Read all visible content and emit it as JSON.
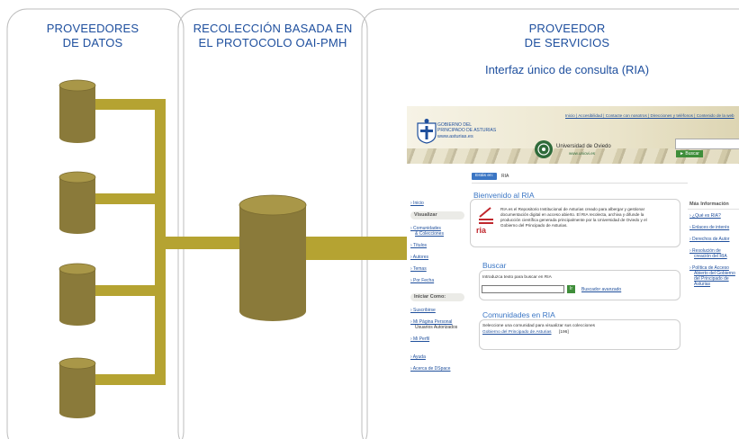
{
  "columns": [
    {
      "title": "PROVEEDORES\nDE DATOS"
    },
    {
      "title": "RECOLECCIÓN  BASADA EN\nEL PROTOCOLO OAI-PMH"
    },
    {
      "title": "PROVEEDOR\nDE SERVICIOS"
    }
  ],
  "service_subtitle": "Interfaz único de consulta (RIA)",
  "colors": {
    "database": "#8a7a3a",
    "pipe": "#b5a332",
    "title": "#1e4f9e",
    "panel_border": "#bdbdbd"
  },
  "icons": [
    "database-icon"
  ],
  "ria_page": {
    "top_links": "Inicio | Accesibilidad | Contacte con nosotros | Direcciones y teléfonos | Contenido de la web",
    "gov_name_1": "GOBIERNO DEL",
    "gov_name_2": "PRINCIPADO DE ASTURIAS",
    "gov_url": "www.asturias.es",
    "uni_name": "Universidad de Oviedo",
    "uni_url": "www.uniovi.es",
    "search_button": "► Buscar",
    "breadcrumb_label": "Estás en:",
    "breadcrumb_value": "RIA",
    "sidebar": {
      "home": "› Inicio",
      "browse_heading": "Visualizar",
      "communities": "› Comunidades",
      "collections": "& Colecciones",
      "titles": "› Títulos",
      "authors": "› Autores",
      "subjects": "› Temas",
      "by_date": "› Por Fecha",
      "login_heading": "Iniciar Como:",
      "subscribe": "› Suscribirse",
      "personal_page": "› Mi Página Personal",
      "authorized_users": "Usuarios Autorizados",
      "profile": "› Mi Perfil",
      "help": "› Ayuda",
      "about": "› Acerca de DSpace"
    },
    "welcome_title": "Bienvenido al RIA",
    "logo_text": "ria",
    "welcome_lines": [
      "RIA es el Repositorio Institucional de Asturias creado para albergar y gestionar",
      "documentación digital en acceso abierto. El RIA recolecta, archiva y difunde la",
      "producción científica generada principalmente por la Universidad de Oviedo y el",
      "Gobierno del Principado de Asturias."
    ],
    "search_title": "Buscar",
    "search_prompt": "Introduzca texto para buscar en RIA",
    "search_go": "Ir",
    "advanced_search": "Buscador avanzado",
    "communities_title": "Comunidades en RIA",
    "communities_prompt": "Seleccione una comunidad para visualizar sus colecciones",
    "community_link": "Gobierno del Principado de Asturias",
    "community_count": "[196]",
    "more_info": {
      "heading": "Más Información",
      "what_is": "› ¿Qué es RIA?",
      "links": "› Enlaces de interés",
      "copyright": "› Derechos de Autor",
      "resolution_1": "› Resolución de",
      "resolution_2": "creación del RIA",
      "policy_1": "› Política de Acceso",
      "policy_2": "Abierto del Gobierno",
      "policy_3": "del Principado de",
      "policy_4": "Asturias"
    }
  }
}
